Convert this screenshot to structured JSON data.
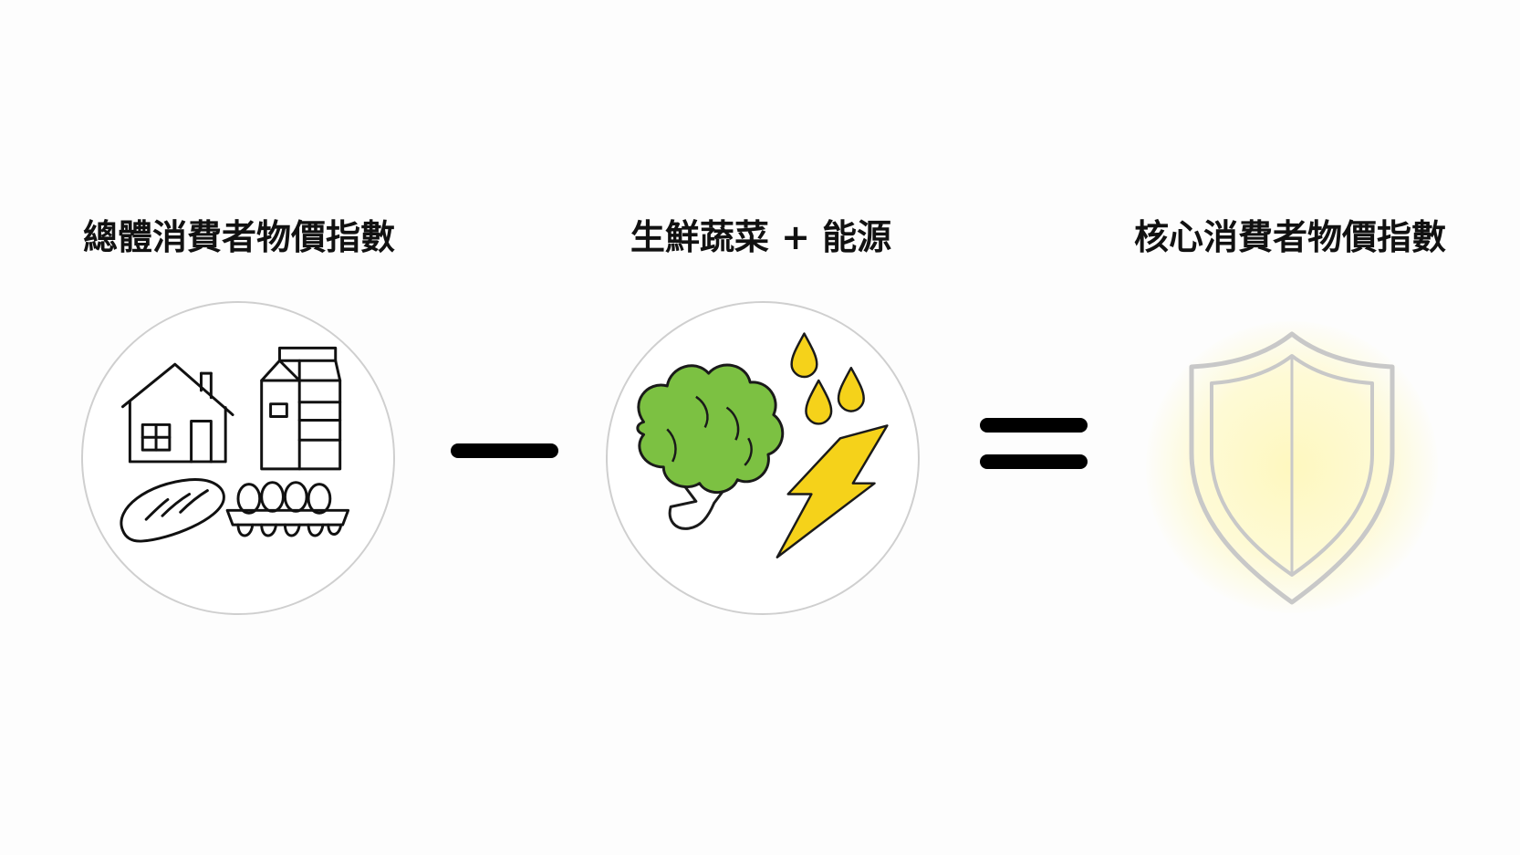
{
  "diagram": {
    "left_label": "總體消費者物價指數",
    "middle_label": "生鮮蔬菜 + 能源",
    "right_label": "核心消費者物價指數",
    "operator_1": "minus",
    "operator_2": "equals",
    "left_icons": [
      "house-icon",
      "milk-carton-icon",
      "bread-icon",
      "egg-carton-icon"
    ],
    "middle_icons": [
      "broccoli-icon",
      "oil-drops-icon",
      "lightning-bolt-icon"
    ],
    "right_icons": [
      "shield-icon"
    ],
    "colors": {
      "broccoli": "#7cc142",
      "broccoli_stroke": "#1a1a1a",
      "energy_yellow": "#f5d21a",
      "shield": "#c8c8c8",
      "glow": "#fff48c",
      "circle_border": "#cfcfcf",
      "text": "#111111"
    }
  }
}
